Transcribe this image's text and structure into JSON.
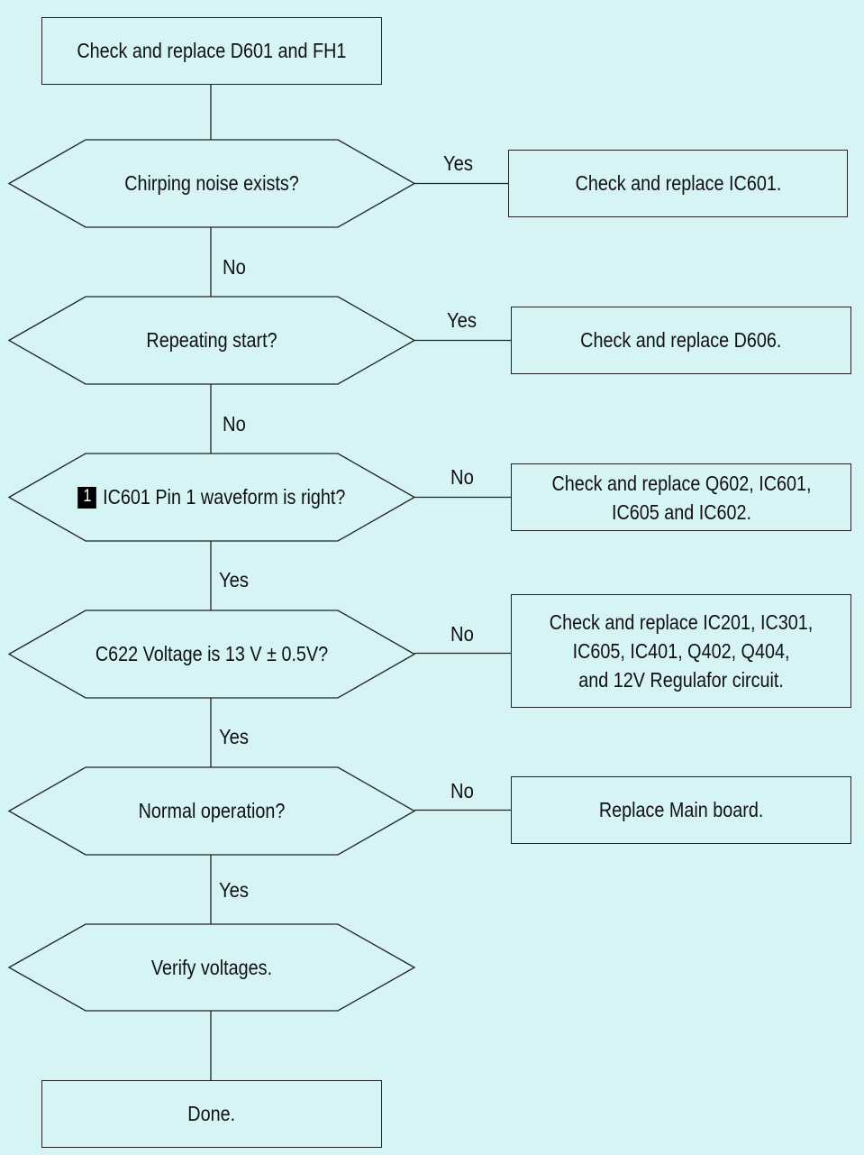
{
  "flowchart": {
    "start": "Check and replace D601 and FH1",
    "decisions": [
      {
        "question": "Chirping noise exists?",
        "yes": "Check and replace IC601.",
        "no_next": "No"
      },
      {
        "question": "Repeating start?",
        "yes": "Check and replace D606.",
        "no_next": "No"
      },
      {
        "badge": "1",
        "question": "IC601 Pin 1 waveform is right?",
        "no": "Check and replace Q602, IC601,\nIC605 and IC602.",
        "yes_next": "Yes"
      },
      {
        "question": "C622 Voltage is 13 V ± 0.5V?",
        "no": "Check and replace IC201, IC301,\nIC605, IC401, Q402, Q404,\nand 12V Regulafor circuit.",
        "yes_next": "Yes"
      },
      {
        "question": "Normal operation?",
        "no": "Replace Main board.",
        "yes_next": "Yes"
      },
      {
        "question": "Verify voltages."
      }
    ],
    "end": "Done.",
    "branch_labels": {
      "yes": "Yes",
      "no": "No"
    }
  },
  "colors": {
    "background": "#d6f3f6",
    "stroke": "#222222"
  }
}
